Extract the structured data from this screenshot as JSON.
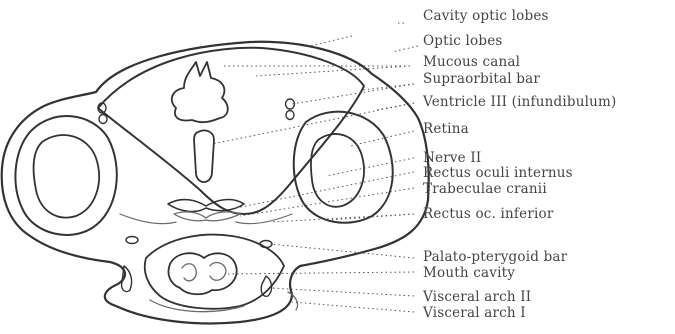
{
  "figure": {
    "labels": [
      "Cavity optic lobes",
      "Optic lobes",
      "Mucous canal",
      "Supraorbital bar",
      "Ventricle III (infundibulum)",
      "Retina",
      "Nerve II",
      "Rectus oculi internus",
      "Trabeculae cranii",
      "Rectus oc. inferior",
      "Palato-pterygoid bar",
      "Mouth cavity",
      "Visceral arch II",
      "Visceral arch I"
    ]
  }
}
